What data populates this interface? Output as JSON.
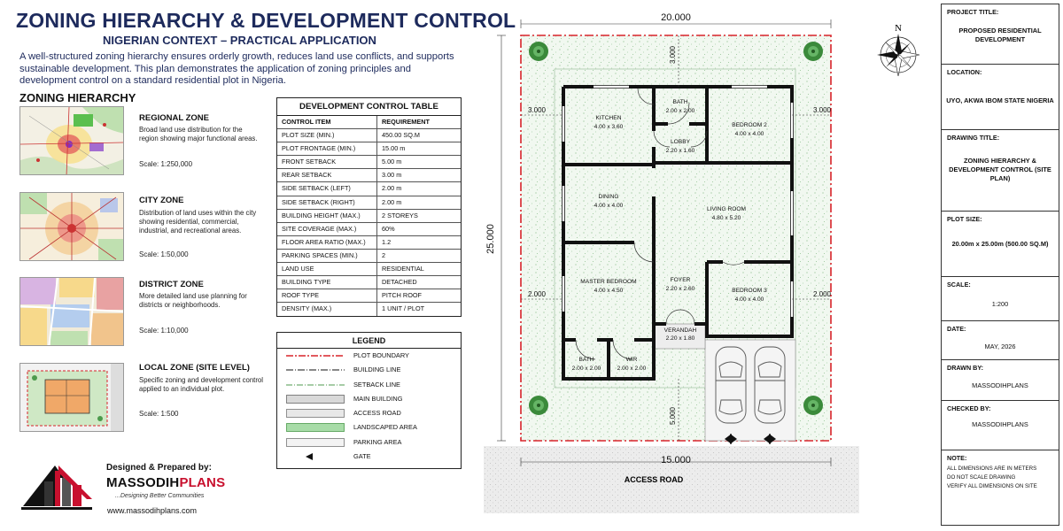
{
  "header": {
    "title": "ZONING HIERARCHY & DEVELOPMENT CONTROL",
    "subtitle": "NIGERIAN CONTEXT – PRACTICAL APPLICATION",
    "intro": "A well-structured zoning hierarchy ensures orderly growth, reduces land use conflicts, and supports sustainable development. This plan demonstrates the application of zoning principles and development control on a standard residential plot in Nigeria."
  },
  "zoning": {
    "title": "ZONING HIERARCHY",
    "zones": [
      {
        "name": "REGIONAL ZONE",
        "desc": "Broad land use distribution for the region showing major functional areas.",
        "scale": "Scale: 1:250,000"
      },
      {
        "name": "CITY ZONE",
        "desc": "Distribution of land uses within the city showing residential, commercial, industrial, and recreational areas.",
        "scale": "Scale: 1:50,000"
      },
      {
        "name": "DISTRICT ZONE",
        "desc": "More detailed land use planning for districts or neighborhoods.",
        "scale": "Scale: 1:10,000"
      },
      {
        "name": "LOCAL ZONE (SITE LEVEL)",
        "desc": "Specific zoning and development control applied to an individual plot.",
        "scale": "Scale: 1:500"
      }
    ]
  },
  "control_table": {
    "title": "DEVELOPMENT CONTROL TABLE",
    "col_item": "CONTROL ITEM",
    "col_req": "REQUIREMENT",
    "rows": [
      {
        "item": "PLOT SIZE (MIN.)",
        "req": "450.00 SQ.M"
      },
      {
        "item": "PLOT FRONTAGE (MIN.)",
        "req": "15.00 m"
      },
      {
        "item": "FRONT SETBACK",
        "req": "5.00 m"
      },
      {
        "item": "REAR SETBACK",
        "req": "3.00 m"
      },
      {
        "item": "SIDE SETBACK (LEFT)",
        "req": "2.00 m"
      },
      {
        "item": "SIDE SETBACK (RIGHT)",
        "req": "2.00 m"
      },
      {
        "item": "BUILDING HEIGHT (MAX.)",
        "req": "2 STOREYS"
      },
      {
        "item": "SITE COVERAGE (MAX.)",
        "req": "60%"
      },
      {
        "item": "FLOOR AREA RATIO (MAX.)",
        "req": "1.2"
      },
      {
        "item": "PARKING SPACES (MIN.)",
        "req": "2"
      },
      {
        "item": "LAND USE",
        "req": "RESIDENTIAL"
      },
      {
        "item": "BUILDING TYPE",
        "req": "DETACHED"
      },
      {
        "item": "ROOF TYPE",
        "req": "PITCH ROOF"
      },
      {
        "item": "DENSITY (MAX.)",
        "req": "1 UNIT / PLOT"
      }
    ]
  },
  "legend": {
    "title": "LEGEND",
    "items": [
      {
        "label": "PLOT BOUNDARY",
        "color": "#d8232a"
      },
      {
        "label": "BUILDING LINE",
        "color": "#111111"
      },
      {
        "label": "SETBACK LINE",
        "color": "#4c9a4c"
      },
      {
        "label": "MAIN BUILDING",
        "color": "#cfcfcf"
      },
      {
        "label": "ACCESS ROAD",
        "color": "#dddddd"
      },
      {
        "label": "LANDSCAPED AREA",
        "color": "#9fd89f"
      },
      {
        "label": "PARKING AREA",
        "color": "#eeeeee"
      },
      {
        "label": "GATE",
        "color": "#111111"
      }
    ]
  },
  "credits": {
    "designed_by": "Designed & Prepared by:",
    "brand_main": "MASSODIH",
    "brand_accent": "PLANS",
    "tagline": "...Designing Better Communities",
    "website": "www.massodihplans.com"
  },
  "plan": {
    "north": "N",
    "dims": {
      "top": "20.000",
      "left": "25.000",
      "bottom": "15.000",
      "rear": "3.000",
      "front": "5.000",
      "side_left_top": "3.000",
      "side_right_top": "3.000",
      "side_left_bottom": "2.000",
      "side_right_bottom": "2.000"
    },
    "access_road": "ACCESS ROAD",
    "rooms": {
      "kitchen": {
        "name": "KITCHEN",
        "size": "4.00 x 3.60"
      },
      "bath1": {
        "name": "BATH",
        "size": "2.00 x 2.00"
      },
      "bedroom2": {
        "name": "BEDROOM 2",
        "size": "4.00 x 4.00"
      },
      "lobby": {
        "name": "LOBBY",
        "size": "2.20 x 1.60"
      },
      "dining": {
        "name": "DINING",
        "size": "4.00 x 4.00"
      },
      "living": {
        "name": "LIVING ROOM",
        "size": "4.80 x 5.20"
      },
      "master": {
        "name": "MASTER BEDROOM",
        "size": "4.00 x 4.50"
      },
      "foyer": {
        "name": "FOYER",
        "size": "2.20 x 2.60"
      },
      "bedroom3": {
        "name": "BEDROOM 3",
        "size": "4.00 x 4.00"
      },
      "verandah": {
        "name": "VERANDAH",
        "size": "2.20 x 1.80"
      },
      "bath2": {
        "name": "BATH",
        "size": "2.00 x 2.00"
      },
      "wir": {
        "name": "WIR",
        "size": "2.00 x 2.00"
      }
    },
    "colors": {
      "boundary": "#d8232a",
      "landscape": "#e9f4e9",
      "setback": "#7fb77f",
      "wall": "#111111"
    }
  },
  "title_block": {
    "project_title_label": "PROJECT TITLE:",
    "project_title": "PROPOSED RESIDENTIAL DEVELOPMENT",
    "location_label": "LOCATION:",
    "location": "UYO, AKWA IBOM STATE NIGERIA",
    "drawing_title_label": "DRAWING TITLE:",
    "drawing_title": "ZONING HIERARCHY & DEVELOPMENT CONTROL (SITE PLAN)",
    "plot_size_label": "PLOT SIZE:",
    "plot_size": "20.00m x 25.00m (500.00 SQ.M)",
    "scale_label": "SCALE:",
    "scale": "1:200",
    "date_label": "DATE:",
    "date": "MAY, 2026",
    "drawn_by_label": "DRAWN BY:",
    "drawn_by": "MASSODIHPLANS",
    "checked_by_label": "CHECKED BY:",
    "checked_by": "MASSODIHPLANS",
    "note_label": "NOTE:",
    "notes": [
      "ALL DIMENSIONS ARE IN METERS",
      "DO NOT SCALE DRAWING",
      "VERIFY ALL DIMENSIONS ON SITE"
    ]
  }
}
